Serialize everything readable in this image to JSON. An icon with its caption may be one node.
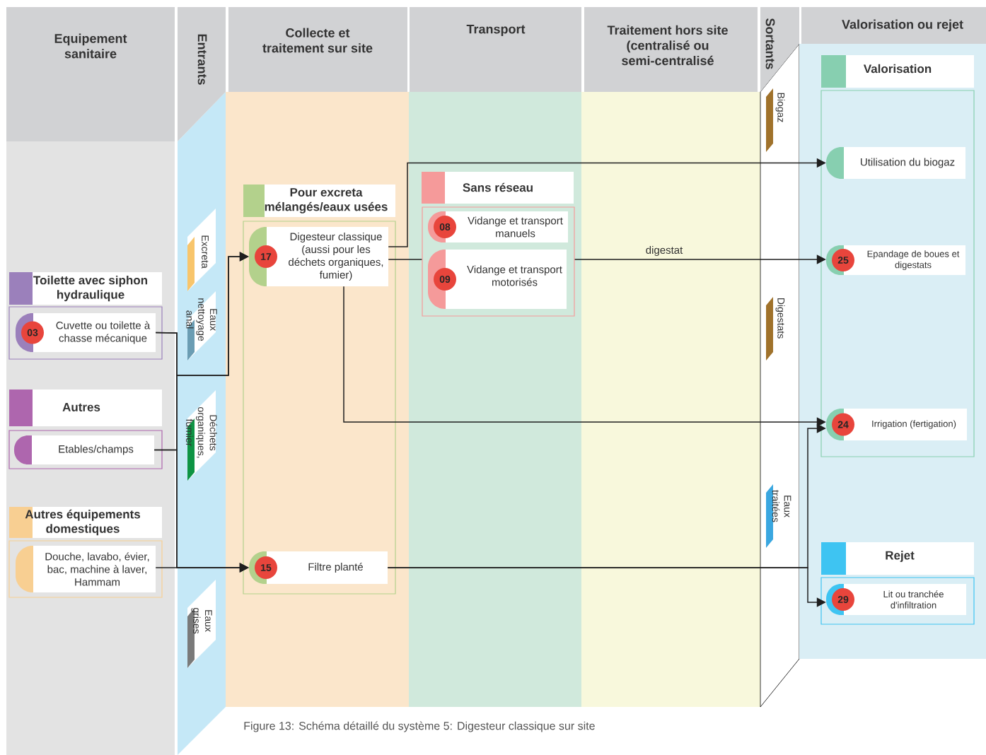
{
  "diagram": {
    "caption": "Figure 13: Schéma détaillé du système 5: Digesteur classique sur site",
    "nodes": [
      {
        "text": [
          "Equipement sanitaire"
        ]
      },
      {
        "text": [
          "Entrants"
        ]
      },
      {
        "text": [
          "Collecte et traitement sur site"
        ]
      },
      {
        "text": [
          "Transport"
        ]
      },
      {
        "text": [
          "Traitement hors site (centralisé ou semi-centralisé"
        ]
      },
      {
        "text": [
          "Sortants"
        ]
      },
      {
        "text": [
          "Valorisation ou rejet"
        ]
      },
      {
        "text": [
          "Toilette avec siphon hydraulique"
        ]
      },
      {
        "text": [
          "03",
          "Cuvette ou toilette à chasse mécanique"
        ],
        "in": 7
      },
      {
        "text": [
          "Autres"
        ]
      },
      {
        "text": [
          "Etables/champs"
        ],
        "in": 9
      },
      {
        "text": [
          "Autres équipements domestiques"
        ]
      },
      {
        "text": [
          "Douche, lavabo, évier, bac, machine à laver, Hammam"
        ],
        "in": 11
      },
      {
        "text": [
          "Excreta"
        ]
      },
      {
        "text": [
          "Eaux nettoyage anal"
        ]
      },
      {
        "text": [
          "Déchets organiques, fumier"
        ]
      },
      {
        "text": [
          "Eaux grises"
        ]
      },
      {
        "text": [
          "Pour excreta mélangés/eaux usées"
        ]
      },
      {
        "text": [
          "17",
          "Digesteur classique (aussi pour les déchets organiques, fumier)"
        ],
        "in": 17
      },
      {
        "text": [
          "15",
          "Filtre planté"
        ],
        "in": 17
      },
      {
        "text": [
          "Sans réseau"
        ]
      },
      {
        "text": [
          "08",
          "Vidange et transport manuels"
        ],
        "in": 20
      },
      {
        "text": [
          "09",
          "Vidange et transport motorisés"
        ],
        "in": 20
      },
      {
        "text": [
          "Biogaz"
        ]
      },
      {
        "text": [
          "Digestats"
        ]
      },
      {
        "text": [
          "Eaux traitées"
        ]
      },
      {
        "text": [
          "Valorisation"
        ]
      },
      {
        "text": [
          "Utilisation du biogaz"
        ],
        "in": 26
      },
      {
        "text": [
          "25",
          "Epandage de boues et digestats"
        ],
        "in": 26
      },
      {
        "text": [
          "24",
          "Irrigation (fertigation)"
        ],
        "in": 26
      },
      {
        "text": [
          "Rejet"
        ]
      },
      {
        "text": [
          "29",
          "Lit ou tranchée d'infiltration"
        ],
        "in": 30
      }
    ],
    "edges": [
      {
        "from": 8,
        "to": 18,
        "arrow": "to"
      },
      {
        "from": 10,
        "to": 18,
        "arrow": "to"
      },
      {
        "from": 8,
        "to": 19,
        "arrow": "to"
      },
      {
        "from": 10,
        "to": 19,
        "arrow": "to"
      },
      {
        "from": 12,
        "to": 19,
        "arrow": "to"
      },
      {
        "from": 18,
        "to": 27,
        "arrow": "to"
      },
      {
        "from": 18,
        "to": 20,
        "arrow": "none"
      },
      {
        "from": 20,
        "to": 28,
        "arrow": "to",
        "label": "digestat"
      },
      {
        "from": 18,
        "to": 29,
        "arrow": "to"
      },
      {
        "from": 19,
        "to": 29,
        "arrow": "to"
      },
      {
        "from": 19,
        "to": 31,
        "arrow": "to"
      }
    ]
  }
}
